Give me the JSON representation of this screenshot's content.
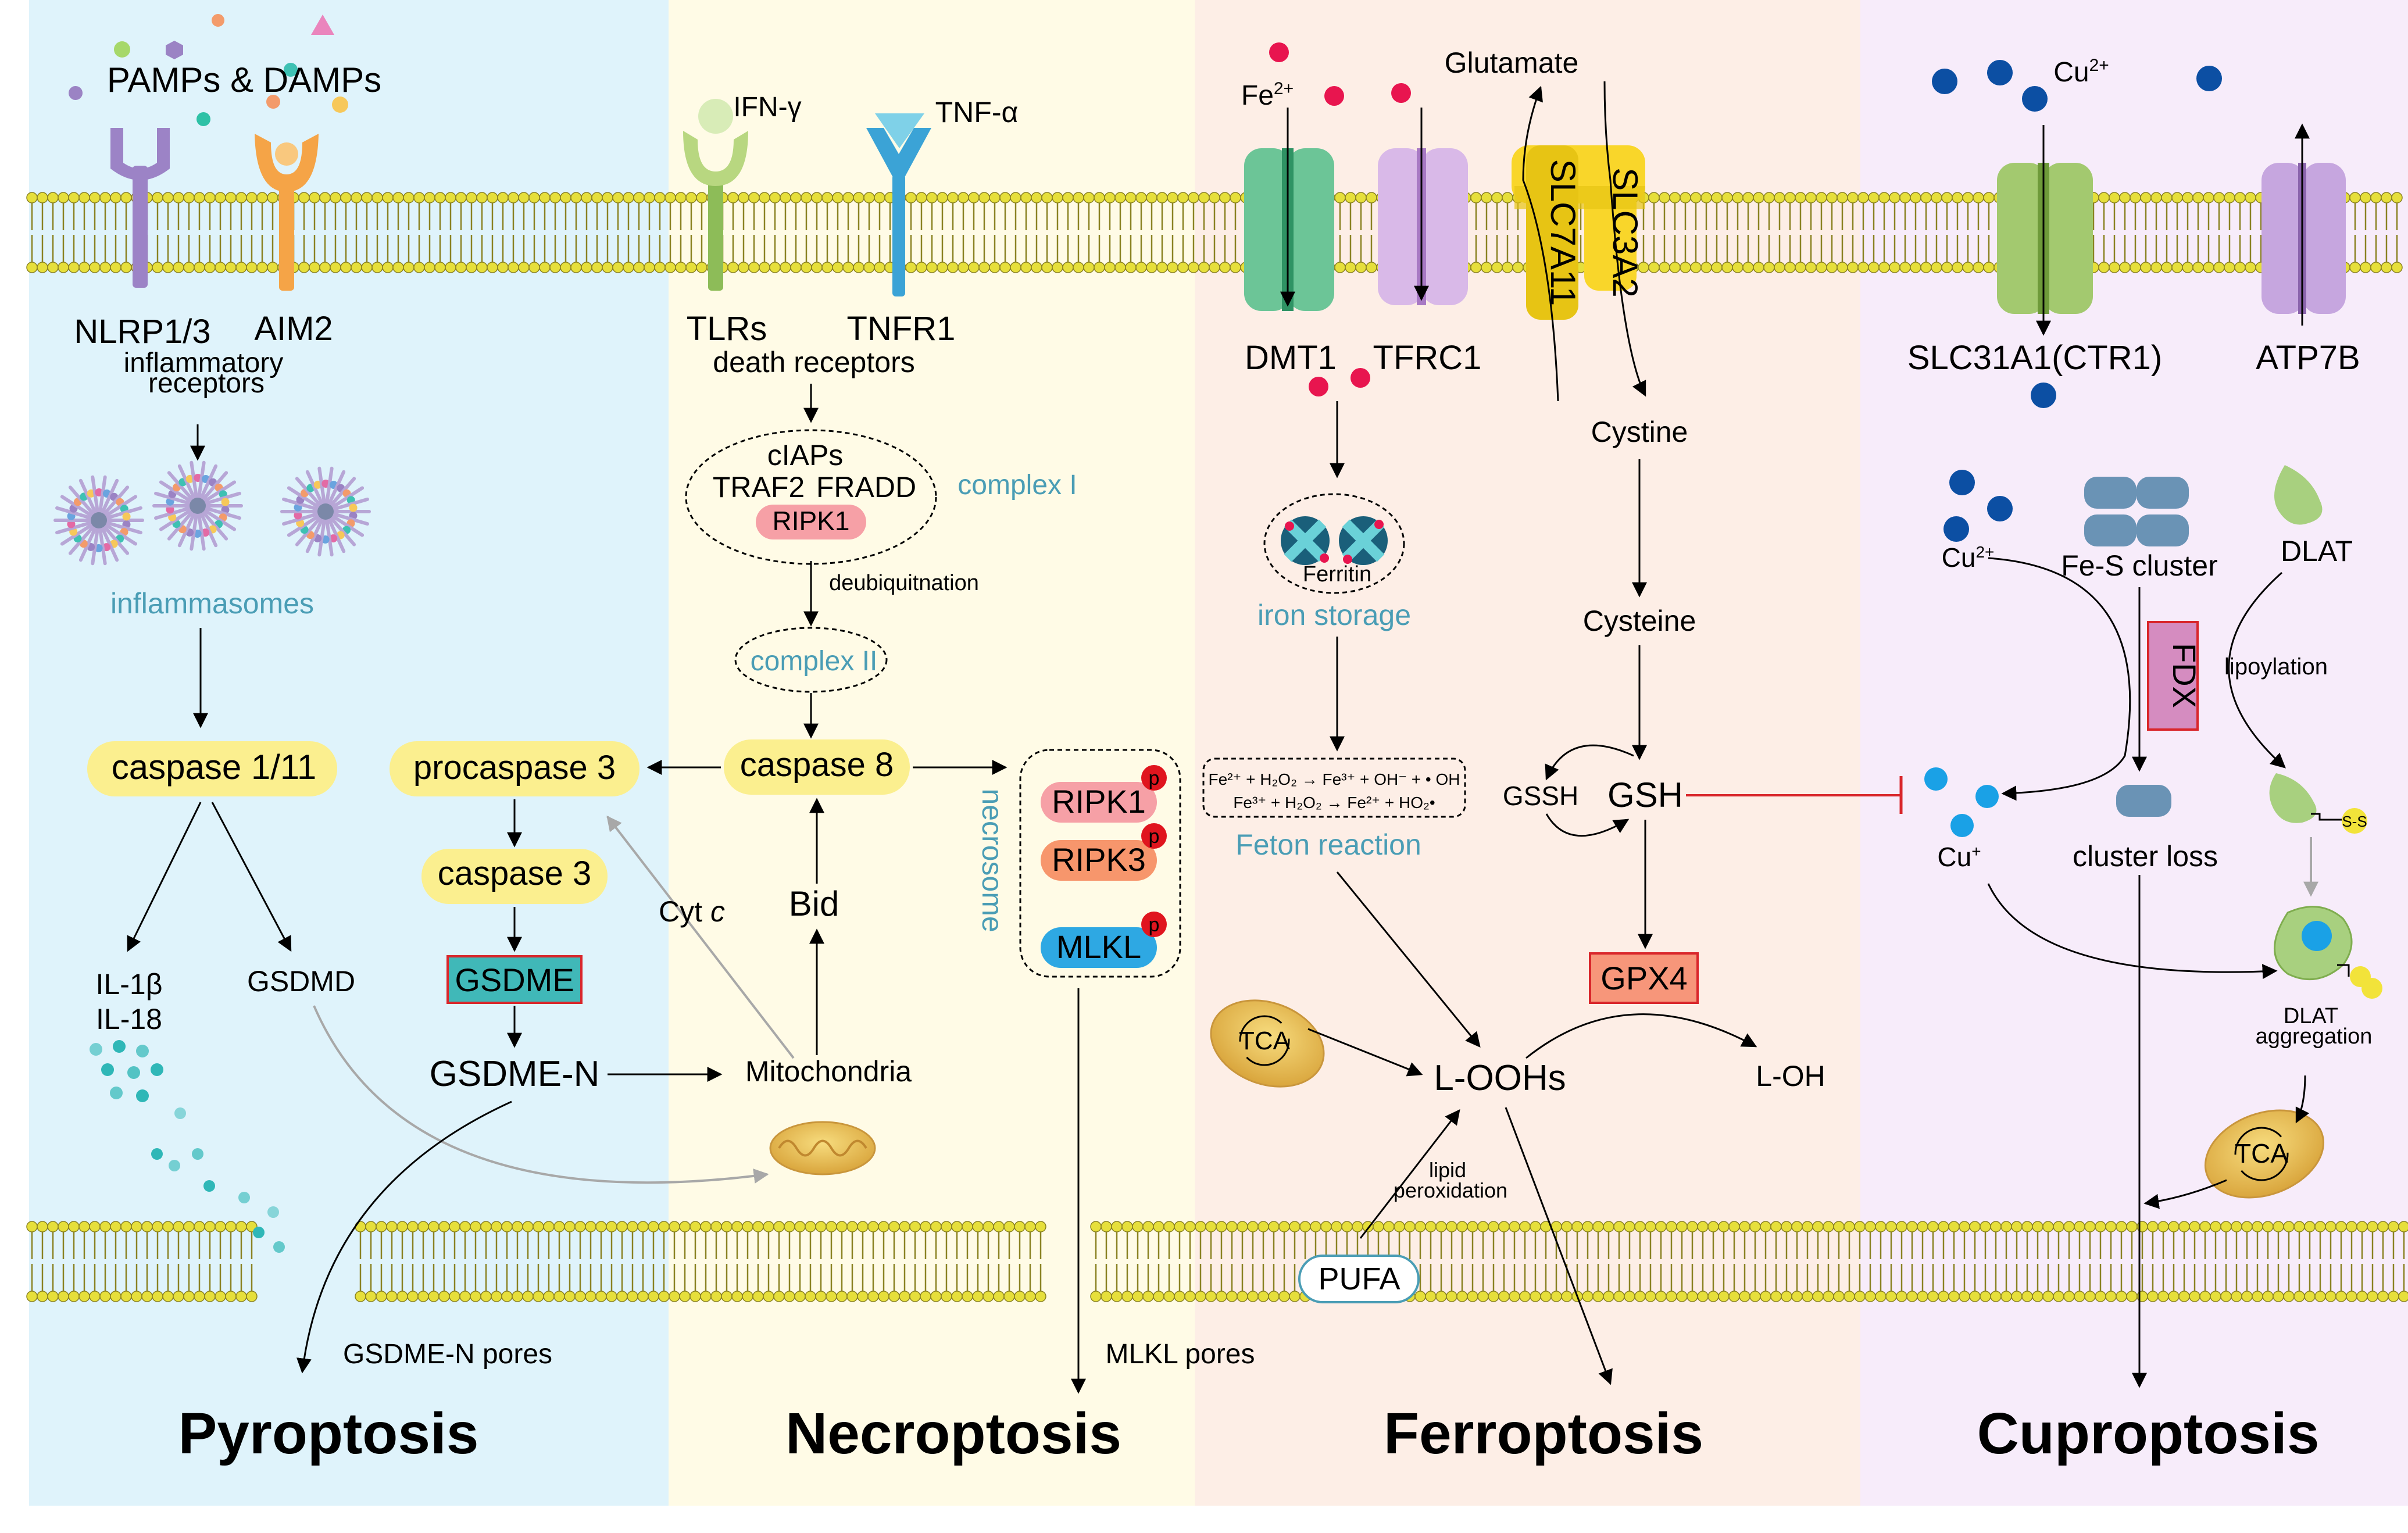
{
  "colors": {
    "panel_pyroptosis": "#dff3fb",
    "panel_necroptosis": "#fffbe6",
    "panel_ferroptosis": "#fdeee6",
    "panel_cuproptosis": "#f7ecfa",
    "membrane_head": "#e6df3b",
    "yellow_box": "#fbef8f",
    "teal_label": "#4a9db5",
    "inhibit_red": "#d9262b",
    "gsdme_fill": "#40b8b8",
    "gpx4_fill": "#f7967a",
    "fdx_fill": "#d58cc0"
  },
  "panels": {
    "pyroptosis": {
      "title": "Pyroptosis"
    },
    "necroptosis": {
      "title": "Necroptosis"
    },
    "ferroptosis": {
      "title": "Ferroptosis"
    },
    "cuproptosis": {
      "title": "Cuproptosis"
    }
  },
  "pyro": {
    "pamps": "PAMPs & DAMPs",
    "nlrp": "NLRP1/3",
    "aim2": "AIM2",
    "receptors_1": "inflammatory",
    "receptors_2": "receptors",
    "inflammasomes": "inflammasomes",
    "caspase111": "caspase 1/11",
    "il1b": "IL-1β",
    "il18": "IL-18",
    "gsdmd": "GSDMD",
    "gsdme_pores": "GSDME-N pores"
  },
  "necro": {
    "ifn": "IFN-γ",
    "tnf": "TNF-α",
    "tlrs": "TLRs",
    "tnfr1": "TNFR1",
    "death_receptors": "death receptors",
    "ciaps": "cIAPs",
    "traf2": "TRAF2",
    "fradd": "FRADD",
    "ripk1": "RIPK1",
    "complex1": "complex I",
    "deubiq": "deubiquitnation",
    "complex2": "complex II",
    "caspase8": "caspase 8",
    "procaspase3": "procaspase 3",
    "caspase3": "caspase 3",
    "gsdme": "GSDME",
    "gsdmen": "GSDME-N",
    "mito": "Mitochondria",
    "cytc": "Cyt",
    "cytc_italic": "c",
    "bid": "Bid",
    "necrosome": "necrosome",
    "ripk1p": "RIPK1",
    "ripk3p": "RIPK3",
    "mlklp": "MLKL",
    "p": "p",
    "mlkl_pores": "MLKL pores"
  },
  "ferro": {
    "fe": "Fe",
    "fe_sup": "2+",
    "glutamate": "Glutamate",
    "slc7a11": "SLC7A11",
    "slc3a2": "SLC3A2",
    "dmt1": "DMT1",
    "tfrc1": "TFRC1",
    "cystine": "Cystine",
    "ferritin": "Ferritin",
    "iron_storage": "iron storage",
    "cysteine": "Cysteine",
    "fenton_1": "Fe²⁺ + H₂O₂ → Fe³⁺ + OH⁻ + • OH",
    "fenton_2": "Fe³⁺ + H₂O₂ → Fe²⁺ + HO₂•",
    "feton": "Feton reaction",
    "gssh": "GSSH",
    "gsh": "GSH",
    "gpx4": "GPX4",
    "tca": "TCA",
    "loohs": "L-OOHs",
    "loh": "L-OH",
    "lipid_1": "lipid",
    "lipid_2": "peroxidation",
    "pufa": "PUFA"
  },
  "cupro": {
    "cu2": "Cu",
    "cu2_sup": "2+",
    "slc31a1": "SLC31A1(CTR1)",
    "atp7b": "ATP7B",
    "cu2_in": "Cu",
    "cu2_in_sup": "2+",
    "fes": "Fe-S cluster",
    "dlat": "DLAT",
    "fdx": "FDX",
    "lipoylation": "lipoylation",
    "cu1": "Cu",
    "cu1_sup": "+",
    "cluster_loss": "cluster loss",
    "ss": "S-S",
    "dlat_agg_1": "DLAT",
    "dlat_agg_2": "aggregation",
    "tca": "TCA"
  }
}
